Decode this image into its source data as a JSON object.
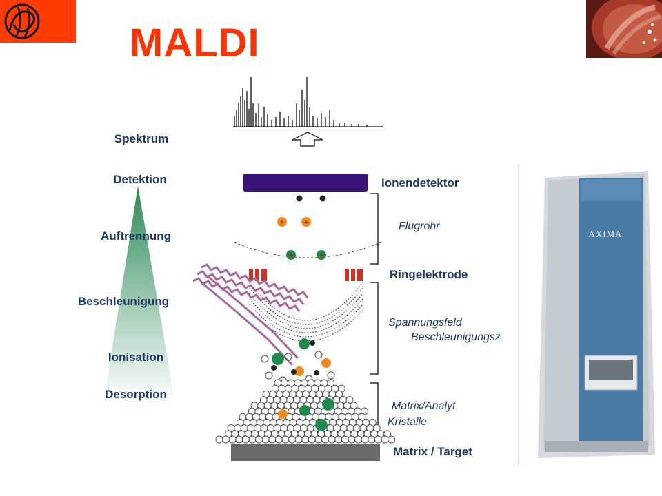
{
  "title": "MALDI",
  "stages": [
    "Spektrum",
    "Detektion",
    "Auftrennung",
    "Beschleunigung",
    "Ionisation",
    "Desorption"
  ],
  "labels": {
    "ionendetektor": "Ionendetektor",
    "flugrohr": "Flugrohr",
    "ringelektrode": "Ringelektrode",
    "spannungsfeld_line1": "Spannungsfeld",
    "spannungsfeld_line2": "Beschleunigungsz",
    "matrix_line1": "Matrix/Analyt",
    "matrix_line2": "Kristalle",
    "target": "Matrix / Target"
  },
  "instrument": {
    "brand": "AXIMA"
  },
  "colors": {
    "title": "#ff3300",
    "text": "#1f3864",
    "detector": "#3b1478",
    "electrode": "#cc3322",
    "laser": "#a8669a",
    "ion_green": "#1f8a4c",
    "ion_orange": "#f08a1e",
    "target": "#6b6b6b",
    "triangle": "#2e8b57"
  }
}
